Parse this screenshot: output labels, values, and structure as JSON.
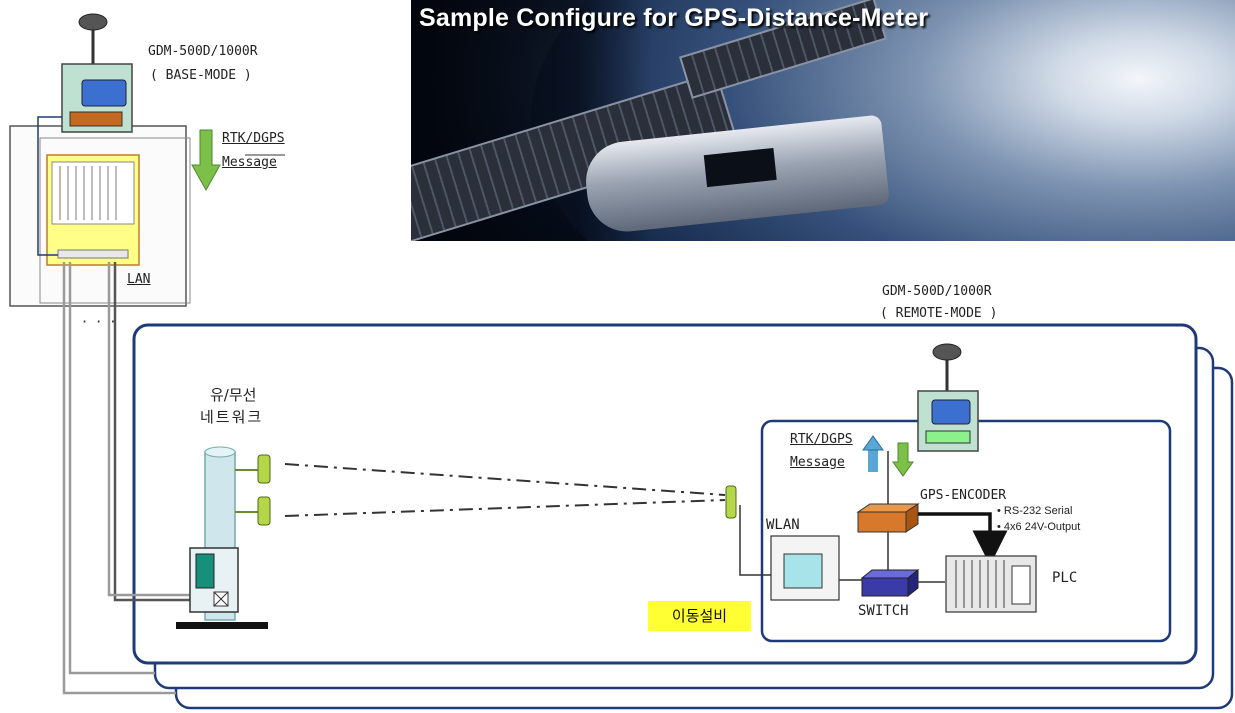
{
  "banner": {
    "title": "Sample Configure for GPS-Distance-Meter"
  },
  "base": {
    "device_model": "GDM-500D/1000R",
    "device_mode": "( BASE-MODE )",
    "message_line1": "RTK/DGPS",
    "message_line2": "Message",
    "lan_label": "LAN",
    "ellipsis": "· · ·"
  },
  "network": {
    "label_line1": "유/무선",
    "label_line2": "네트워크"
  },
  "remote": {
    "device_model": "GDM-500D/1000R",
    "device_mode": "( REMOTE-MODE )",
    "message_line1": "RTK/DGPS",
    "message_line2": "Message",
    "encoder_label": "GPS-ENCODER",
    "encoder_output_1": "• RS-232 Serial",
    "encoder_output_2": "• 4x6 24V-Output",
    "wlan_label": "WLAN",
    "switch_label": "SWITCH",
    "plc_label": "PLC",
    "equipment_label": "이동설비"
  },
  "colors": {
    "frame_navy": "#1f3a78",
    "arrow_green": "#7cc04a",
    "arrow_blue": "#5aa7d6",
    "device_teal": "#bfe1d2",
    "encoder_orange": "#d8782a",
    "switch_blue": "#3a3aa8",
    "tag_yellow": "#ffff33"
  }
}
